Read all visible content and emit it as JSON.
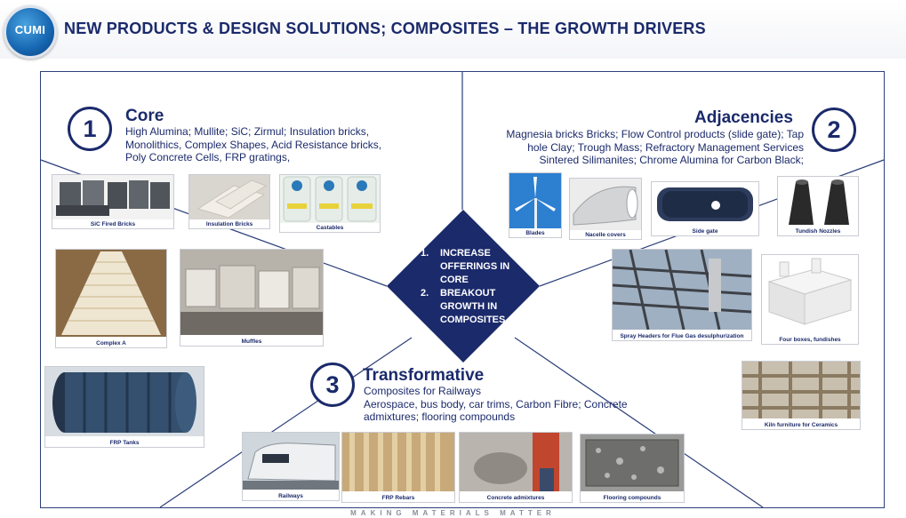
{
  "header": {
    "logo_text": "CUMI",
    "title": "NEW PRODUCTS & DESIGN SOLUTIONS; COMPOSITES – THE GROWTH DRIVERS"
  },
  "core": {
    "number": "1",
    "title": "Core",
    "lines": [
      "High Alumina; Mullite; SiC; Zirmul; Insulation bricks,",
      "Monolithics, Complex Shapes, Acid Resistance bricks,",
      "Poly Concrete Cells, FRP gratings,"
    ],
    "tiles": [
      "SiC Fired Bricks",
      "Insulation Bricks",
      "Castables",
      "Complex A",
      "Muffles",
      "FRP Tanks"
    ]
  },
  "adjacencies": {
    "number": "2",
    "title": "Adjacencies",
    "lines": [
      "Magnesia bricks Bricks; Flow Control products (slide gate); Tap",
      "hole Clay; Trough Mass; Refractory Management Services",
      "Sintered Silimanites; Chrome Alumina for Carbon Black;"
    ],
    "tiles": [
      "Blades",
      "Nacelle covers",
      "Side gate",
      "Tundish Nozzles",
      "Spray Headers for Flue Gas desulphurization",
      "Four boxes, fundishes",
      "Kiln furniture for Ceramics"
    ]
  },
  "transformative": {
    "number": "3",
    "title": "Transformative",
    "lines": [
      "Composites for Railways",
      "Aerospace, bus body, car trims, Carbon Fibre; Concrete",
      "admixtures; flooring compounds"
    ],
    "tiles": [
      "Railways",
      "FRP Rebars",
      "Concrete admixtures",
      "Flooring compounds"
    ]
  },
  "goals": [
    {
      "num": "1.",
      "lines": [
        "INCREASE",
        "OFFERINGS IN",
        "CORE"
      ]
    },
    {
      "num": "2.",
      "lines": [
        "BREAKOUT",
        "GROWTH IN",
        "COMPOSITES"
      ]
    }
  ],
  "footer": "MAKING MATERIALS MATTER",
  "colors": {
    "navy": "#1b2a6b",
    "diamond": "#1b2a6b",
    "accent": "#1565b0"
  }
}
